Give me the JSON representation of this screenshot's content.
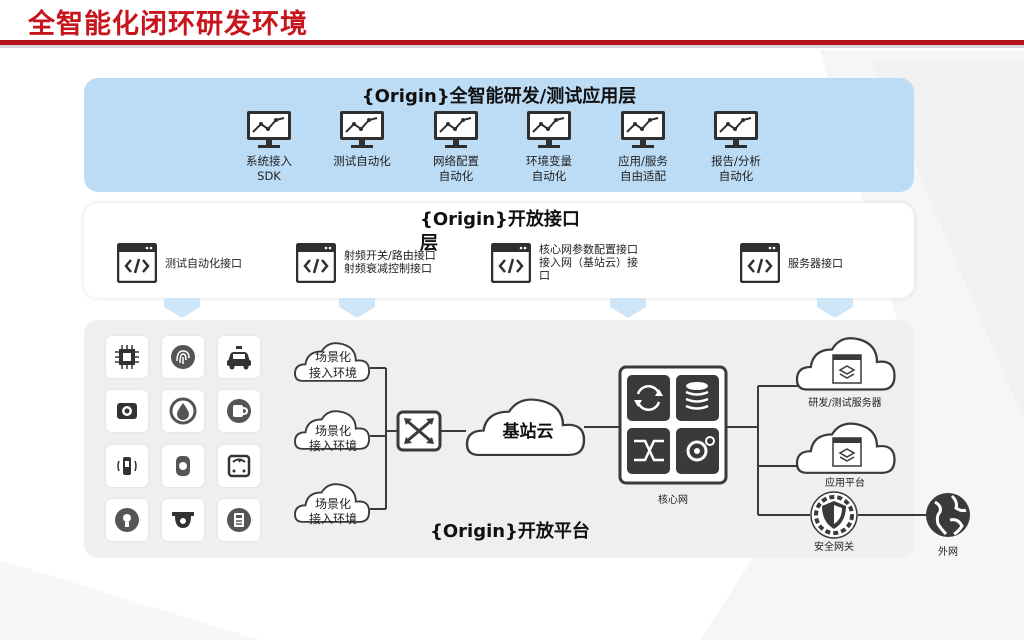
{
  "page": {
    "title": "全智能化闭环研发环境"
  },
  "app_layer": {
    "title": "{Origin}全智能研发/测试应用层",
    "items": [
      {
        "label": "系统接入\nSDK"
      },
      {
        "label": "测试自动化"
      },
      {
        "label": "网络配置\n自动化"
      },
      {
        "label": "环境变量\n自动化"
      },
      {
        "label": "应用/服务\n自由适配"
      },
      {
        "label": "报告/分析\n自动化"
      }
    ]
  },
  "api_layer": {
    "title": "{Origin}开放接口\n层",
    "items": [
      {
        "label": "测试自动化接口"
      },
      {
        "label": "射频开关/路由接口\n射频衰减控制接口"
      },
      {
        "label": "核心网参数配置接口\n接入网（基站云）接\n口"
      },
      {
        "label": "服务器接口"
      }
    ]
  },
  "platform": {
    "title": "{Origin}开放平台",
    "scene_clouds": [
      {
        "label_line1": "场景化",
        "label_line2": "接入环境"
      },
      {
        "label_line1": "场景化",
        "label_line2": "接入环境"
      },
      {
        "label_line1": "场景化",
        "label_line2": "接入环境"
      }
    ],
    "base_station_cloud": "基站云",
    "core_network": "核心网",
    "rd_test_server": "研发/测试服务器",
    "app_platform": "应用平台",
    "security_gateway": "安全网关",
    "external_network": "外网",
    "devices": [
      "chip-icon",
      "fingerprint-icon",
      "car-icon",
      "speaker-icon",
      "water-drop-icon",
      "cup-icon",
      "wearable-icon",
      "shield-tag-icon",
      "scale-icon",
      "bulb-icon",
      "camera-icon",
      "meter-icon"
    ]
  },
  "colors": {
    "title_red": "#c8141c",
    "accent_blue": "#bcdcf6",
    "icon_dark": "#333333",
    "line_dark": "#3a3a3a",
    "platform_grey": "#efefef"
  }
}
